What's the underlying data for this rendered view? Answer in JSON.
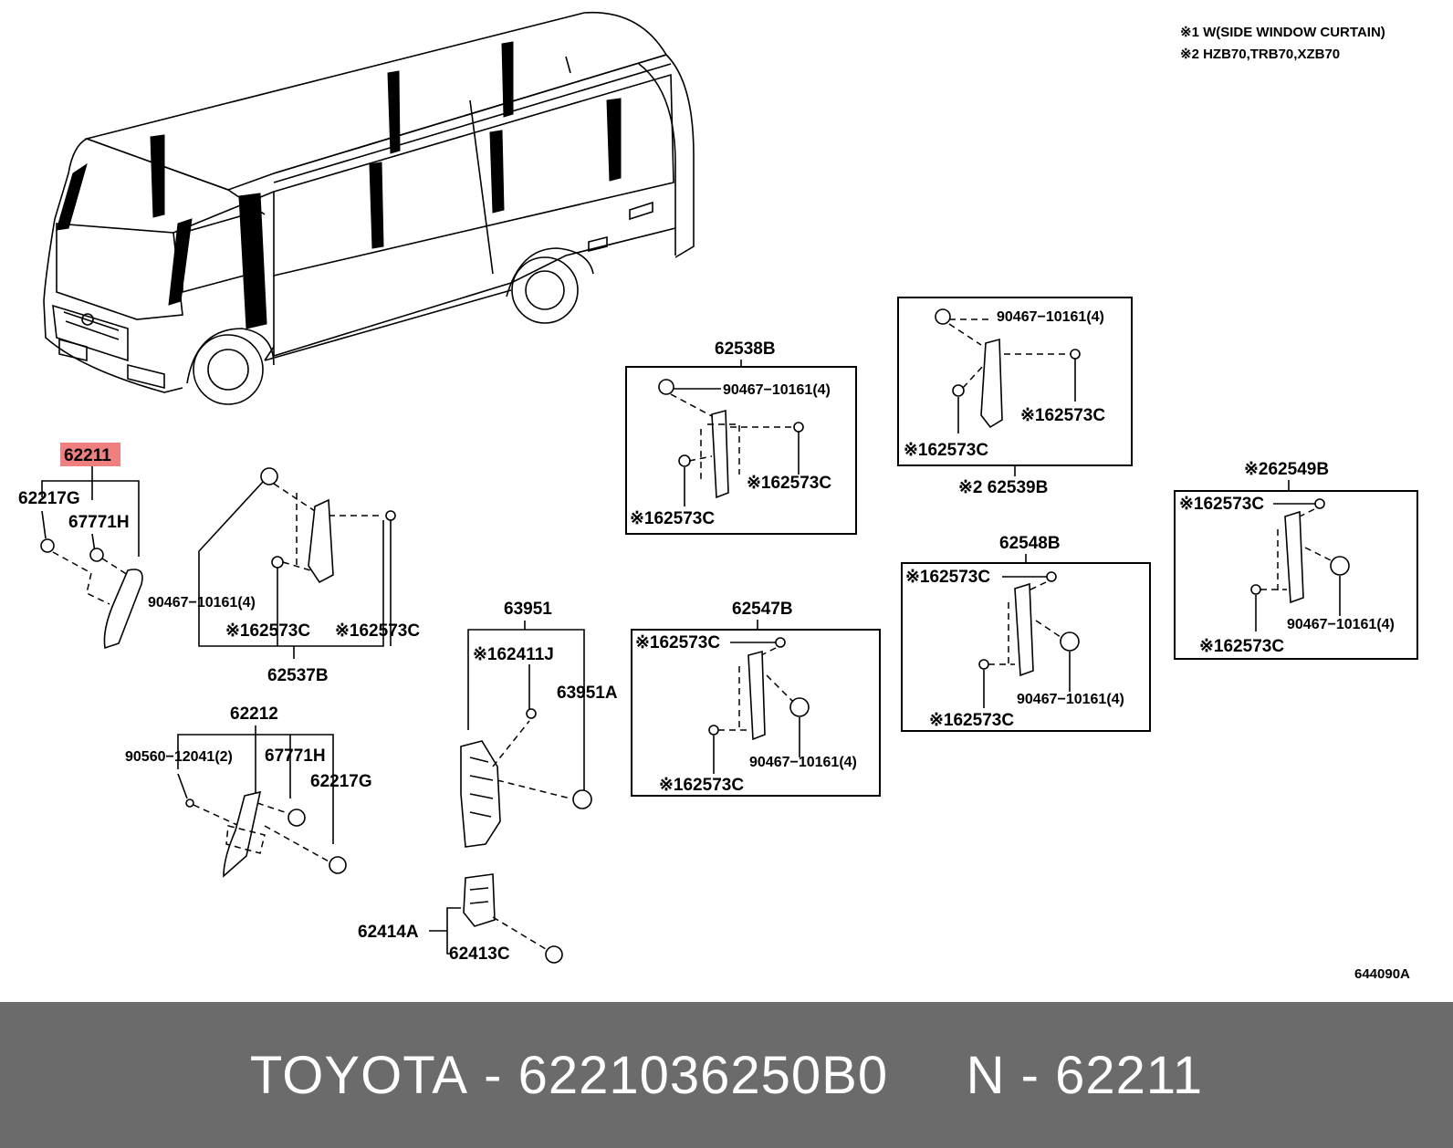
{
  "notes": [
    "※1 W(SIDE WINDOW CURTAIN)",
    "※2 HZB70,TRB70,XZB70"
  ],
  "figure_code": "644090A",
  "labels": {
    "p62211": "62211",
    "p62217g_a": "62217G",
    "p67771h_a": "67771H",
    "p90467_a": "90467−10161(4)",
    "p62573c_a": "※162573C",
    "p62573c_b": "※162573C",
    "p62537b": "62537B",
    "p62212": "62212",
    "p90560": "90560−12041(2)",
    "p67771h_b": "67771H",
    "p62217g_b": "62217G",
    "p63951": "63951",
    "p62411j": "※162411J",
    "p63951a": "63951A",
    "p62414a": "62414A",
    "p62413c": "62413C",
    "p62538b": "62538B",
    "p90467_b": "90467−10161(4)",
    "p62573c_c": "※162573C",
    "p62573c_d": "※162573C",
    "p62547b": "62547B",
    "p62573c_e": "※162573C",
    "p90467_c": "90467−10161(4)",
    "p62573c_f": "※162573C",
    "p90467_d": "90467−10161(4)",
    "p62573c_g": "※162573C",
    "p62573c_h": "※162573C",
    "p62539b": "※2 62539B",
    "p62548b": "62548B",
    "p62573c_i": "※162573C",
    "p90467_e": "90467−10161(4)",
    "p62573c_j": "※162573C",
    "p62549b": "※262549B",
    "p62573c_k": "※162573C",
    "p90467_f": "90467−10161(4)",
    "p62573c_l": "※162573C"
  },
  "footer": {
    "brand": "TOYOTA",
    "sep1": " - ",
    "part_number": "6221036250B0",
    "gap": "     ",
    "ref_prefix": "N",
    "sep2": " - ",
    "ref_number": "62211"
  },
  "colors": {
    "highlight": "#f08080",
    "footer_bg": "#6b6b6b",
    "footer_text": "#ffffff"
  }
}
